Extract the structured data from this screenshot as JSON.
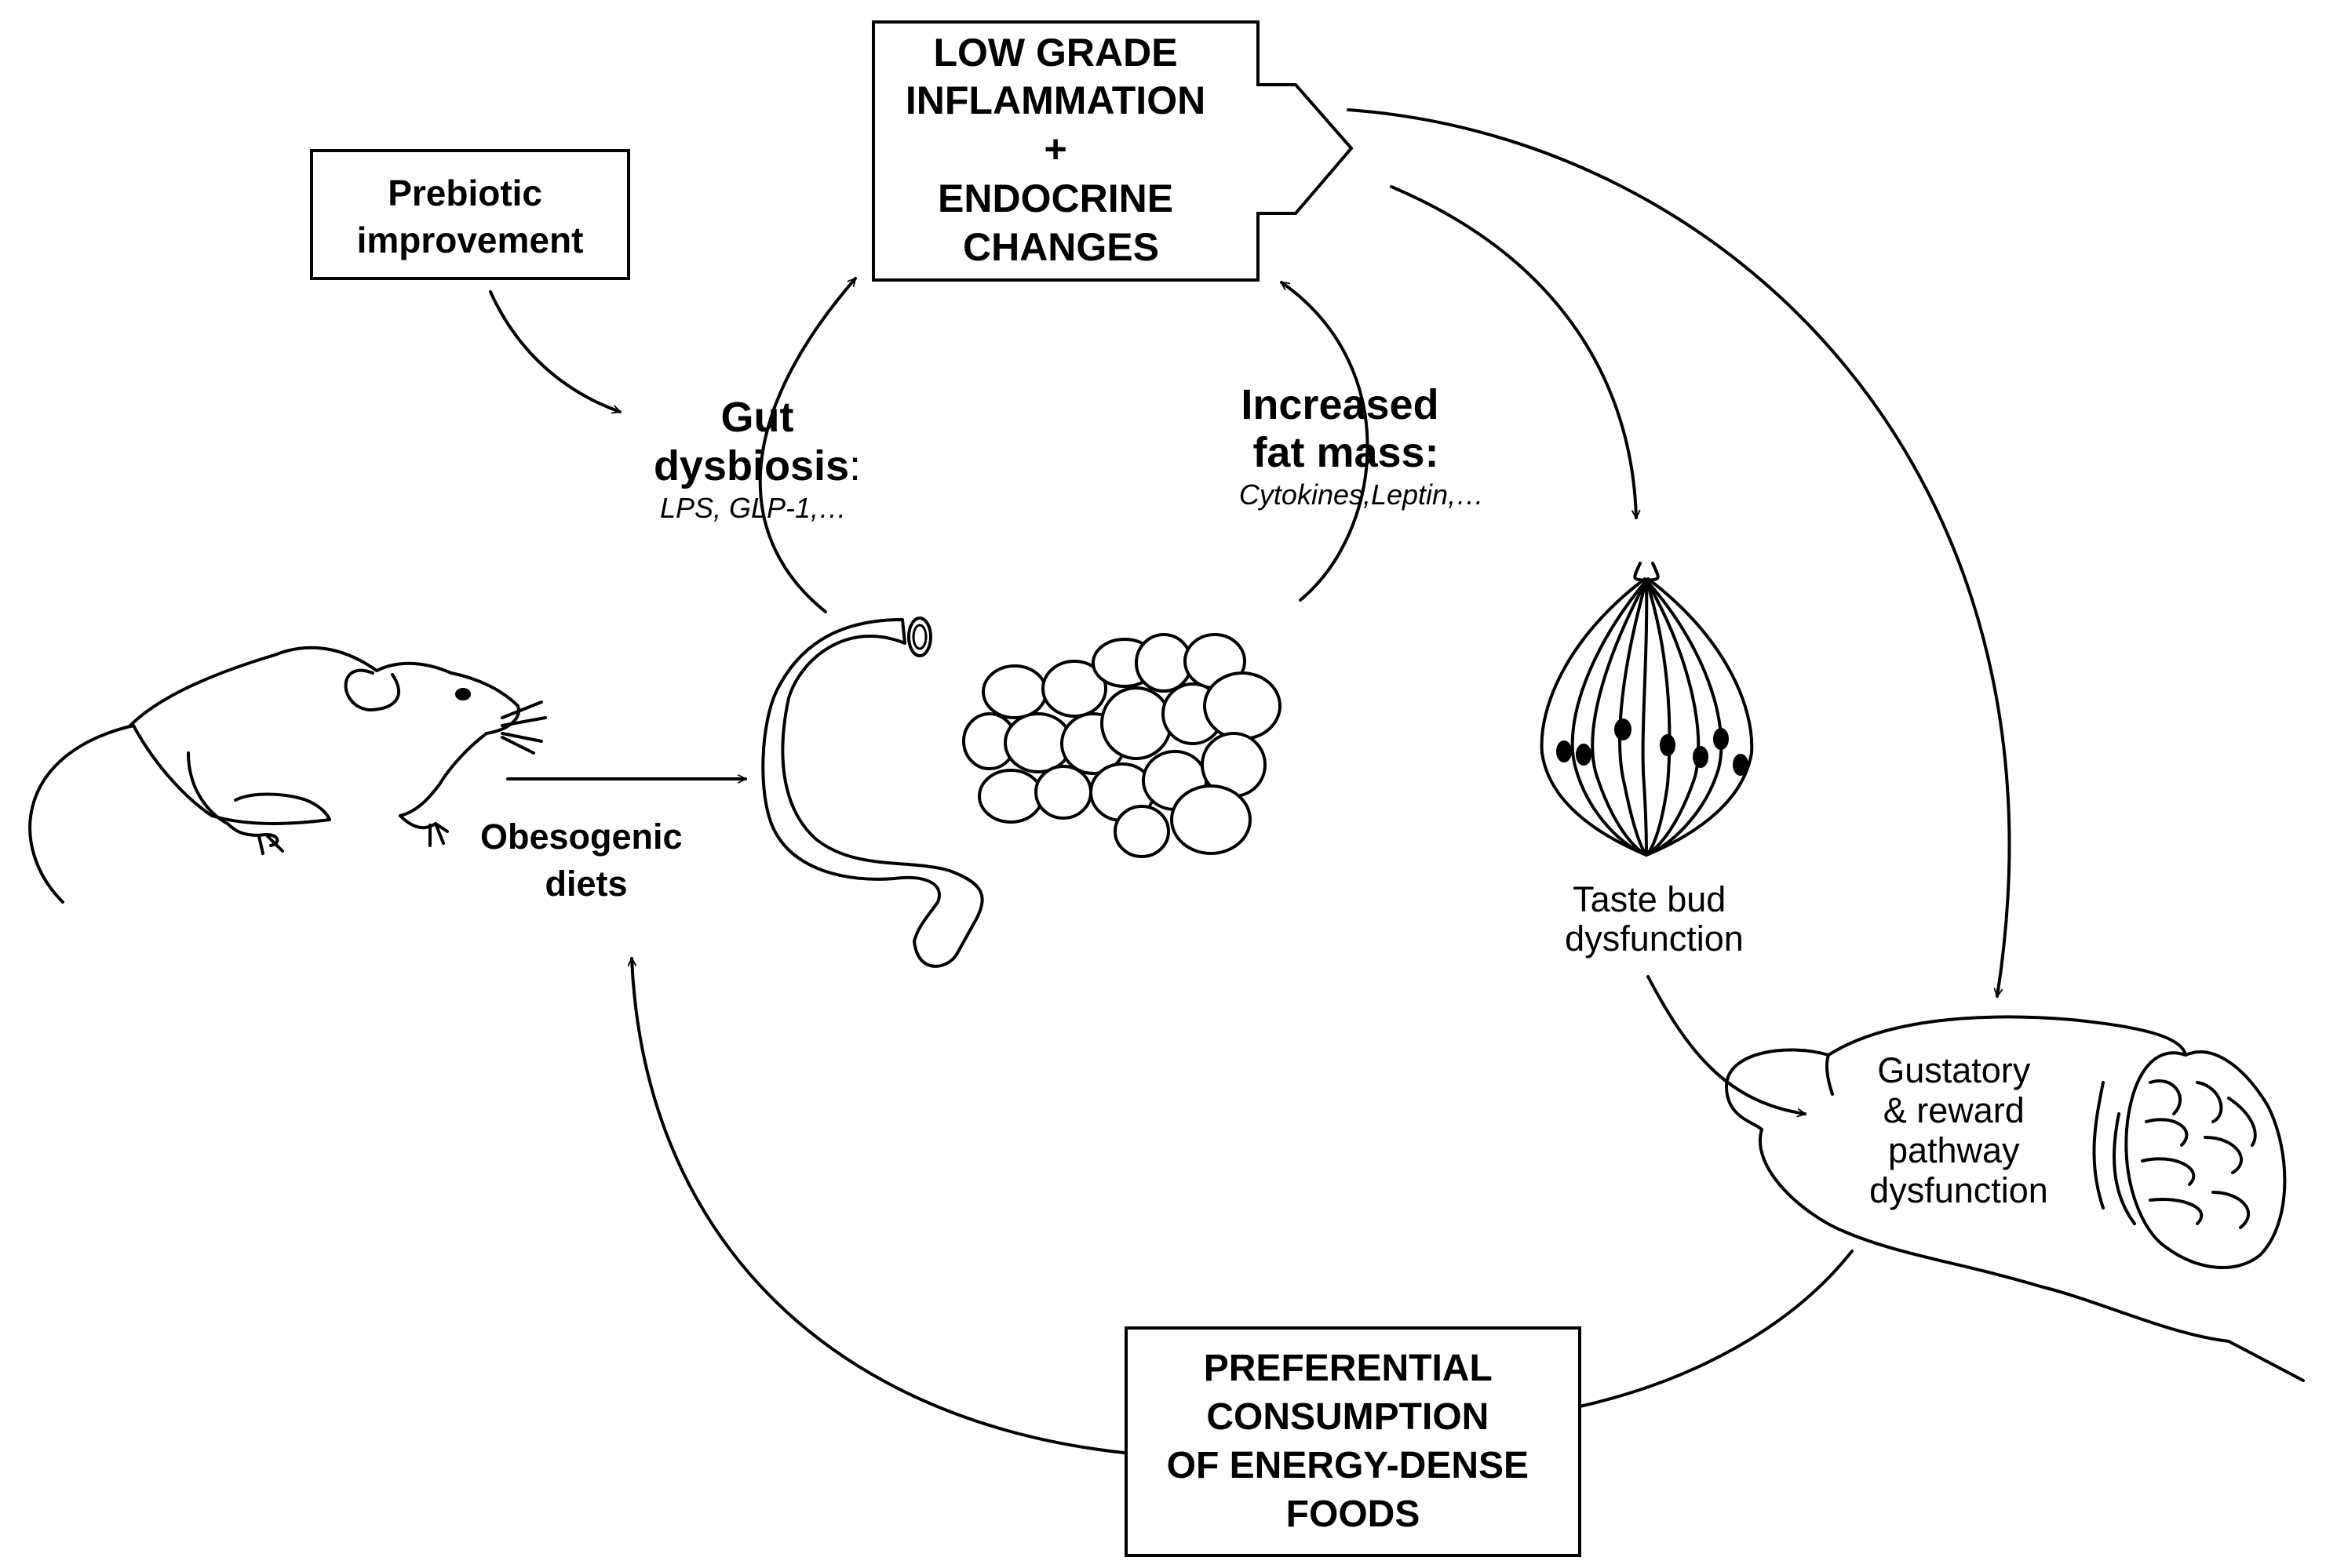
{
  "diagram": {
    "nodes": {
      "low_grade": {
        "lines": [
          "LOW GRADE",
          "INFLAMMATION",
          "+",
          "ENDOCRINE",
          "CHANGES"
        ]
      },
      "prebiotic": {
        "lines": [
          "Prebiotic",
          "improvement"
        ]
      },
      "gut": {
        "title_lines": [
          "Gut",
          "dysbiosis"
        ],
        "title_suffix": ":",
        "detail": "LPS, GLP-1,…"
      },
      "fat": {
        "title_lines": [
          "Increased",
          "fat mass:"
        ],
        "detail": "Cytokines,Leptin,…"
      },
      "obesogenic": {
        "lines": [
          "Obesogenic",
          "diets"
        ]
      },
      "taste": {
        "lines": [
          "Taste bud",
          "dysfunction"
        ]
      },
      "gustatory": {
        "lines": [
          "Gustatory",
          "& reward",
          "pathway",
          "dysfunction"
        ]
      },
      "preferential": {
        "lines": [
          "PREFERENTIAL",
          "CONSUMPTION",
          "OF ENERGY-DENSE",
          "FOODS"
        ]
      }
    },
    "illustrations": {
      "mouse": "mouse-icon",
      "intestine": "intestine-icon",
      "adipocytes": "fat-cells-icon",
      "taste_bud": "taste-bud-icon",
      "brain": "brain-icon"
    },
    "colors": {
      "ink": "#000000",
      "background": "#ffffff"
    }
  }
}
